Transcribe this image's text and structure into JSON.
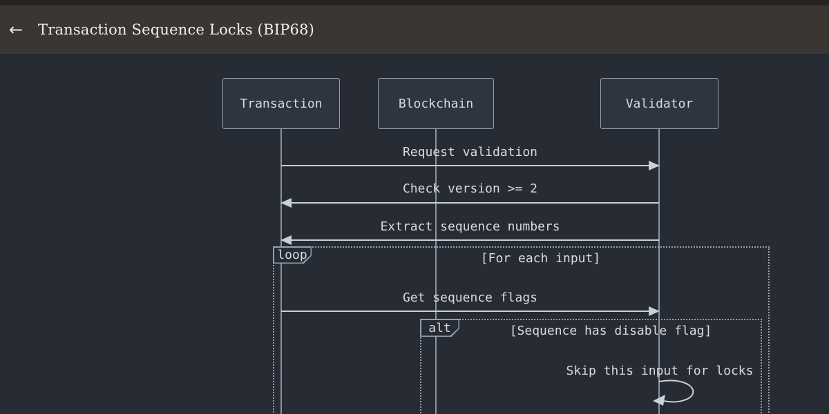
{
  "header": {
    "back_icon": "←",
    "title": "Transaction Sequence Locks (BIP68)"
  },
  "diagram": {
    "type": "sequence",
    "participants": [
      {
        "label": "Transaction"
      },
      {
        "label": "Blockchain"
      },
      {
        "label": "Validator"
      }
    ],
    "messages": [
      {
        "label": "Request validation",
        "from": "Transaction",
        "to": "Validator",
        "direction": "right"
      },
      {
        "label": "Check version >= 2",
        "from": "Validator",
        "to": "Transaction",
        "direction": "left"
      },
      {
        "label": "Extract sequence numbers",
        "from": "Validator",
        "to": "Transaction",
        "direction": "left"
      },
      {
        "label": "Get sequence flags",
        "from": "Transaction",
        "to": "Validator",
        "direction": "right"
      },
      {
        "label": "Skip this input for locks",
        "from": "Validator",
        "to": "Validator",
        "direction": "self"
      }
    ],
    "frames": [
      {
        "type": "loop",
        "label": "loop",
        "condition": "[For each input]"
      },
      {
        "type": "alt",
        "label": "alt",
        "condition": "[Sequence has disable flag]"
      }
    ],
    "colors": {
      "canvas_background": "#272b34",
      "header_background": "#3a3733",
      "header_top_strip": "#262320",
      "participant_fill": "#2e3440",
      "participant_border": "#96a0b0",
      "lifeline": "#8a92a0",
      "arrow": "#c9d0d8",
      "frame_border": "#99a1ae",
      "text": "#d6dae1",
      "title_text": "#f1efec"
    }
  }
}
